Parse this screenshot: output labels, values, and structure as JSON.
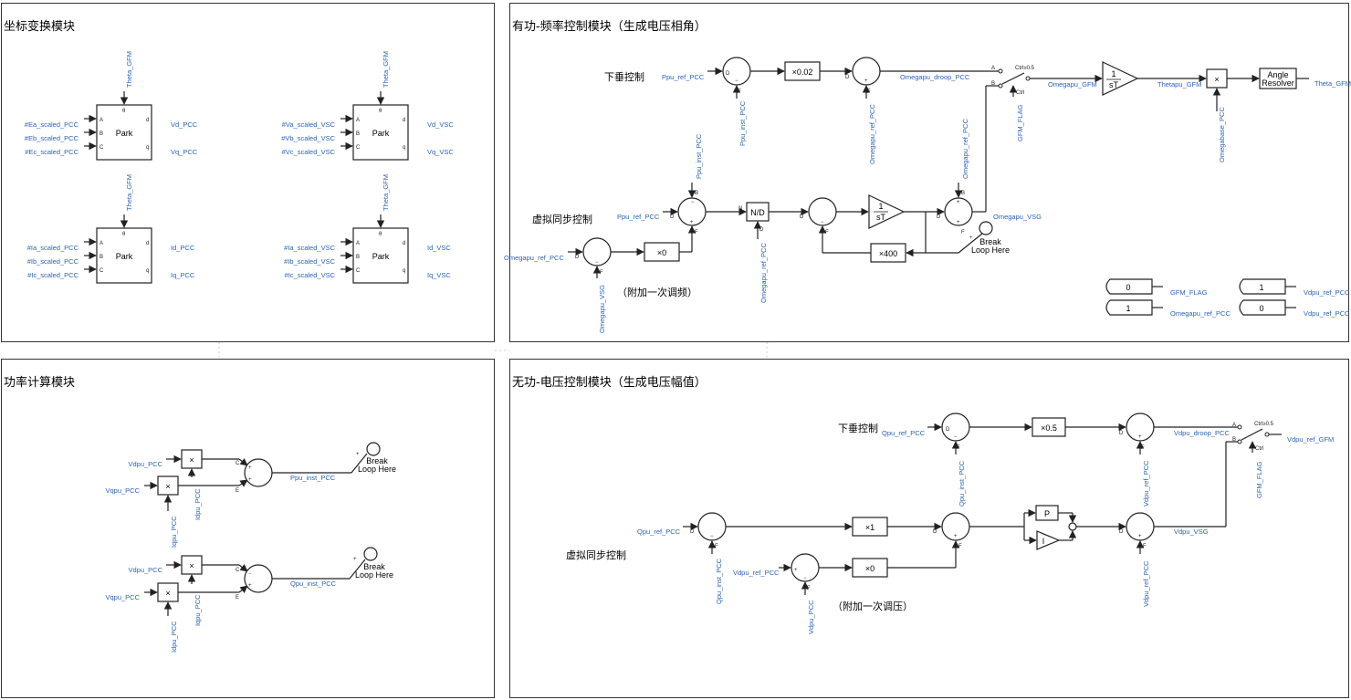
{
  "panels": {
    "coord": "坐标变换模块",
    "pf": "有功-频率控制模块（生成电压相角）",
    "power": "功率计算模块",
    "qv": "无功-电压控制模块（生成电压幅值）"
  },
  "park": {
    "label": "Park",
    "theta": "Theta_GFM",
    "p1": {
      "a": "#Ea_scaled_PCC",
      "b": "#Eb_scaled_PCC",
      "c": "#Ec_scaled_PCC",
      "d": "Vd_PCC",
      "q": "Vq_PCC"
    },
    "p2": {
      "a": "#Va_scaled_VSC",
      "b": "#Vb_scaled_VSC",
      "c": "#Vc_scaled_VSC",
      "d": "Vd_VSC",
      "q": "Vq_VSC"
    },
    "p3": {
      "a": "#Ia_scaled_PCC",
      "b": "#Ib_scaled_PCC",
      "c": "#Ic_scaled_PCC",
      "d": "Id_PCC",
      "q": "Iq_PCC"
    },
    "p4": {
      "a": "#Ia_scaled_VSC",
      "b": "#Ib_scaled_VSC",
      "c": "#Ic_scaled_VSC",
      "d": "Id_VSC",
      "q": "Iq_VSC"
    }
  },
  "pf": {
    "droop_label": "下垂控制",
    "vsg_label": "虚拟同步控制",
    "extra_label": "（附加一次调频）",
    "ppu_ref": "Ppu_ref_PCC",
    "ppu_inst": "Ppu_inst_PCC",
    "gain_002": "×0.02",
    "omega_ref": "Omegapu_ref_PCC",
    "omega_droop": "Omegapu_droop_PCC",
    "ctrl_label": "Ctrl≥0.5",
    "ctrl": "Ctrl",
    "gfm_flag": "GFM_FLAG",
    "omega_gfm": "Omegapu_GFM",
    "int_num": "1",
    "int_den": "sT",
    "thetapu": "Thetapu_GFM",
    "omegabase": "Omegabase_PCC",
    "angle1": "Angle",
    "angle2": "Resolver",
    "theta_gfm": "Theta_GFM",
    "nd": "N/D",
    "gain_400": "×400",
    "gain_0": "×0",
    "omega_vsg": "Omegapu_VSG",
    "break1": "Break",
    "break2": "Loop Here",
    "const_gfm": "0",
    "const_gfm_lbl": "GFM_FLAG",
    "const_omega": "1",
    "const_omega_lbl": "Omegapu_ref_PCC",
    "const_v1": "1",
    "const_v1_lbl": "Vdpu_ref_PCC",
    "const_v2": "0",
    "const_v2_lbl": "Vdpu_ref_PCC"
  },
  "power": {
    "vdpu": "Vdpu_PCC",
    "vqpu": "Vqpu_PCC",
    "idpu": "Idpu_PCC",
    "iqpu": "Iqpu_PCC",
    "ppu_inst": "Ppu_inst_PCC",
    "qpu_inst": "Qpu_inst_PCC",
    "mult": "×",
    "break1": "Break",
    "break2": "Loop Here"
  },
  "qv": {
    "droop_label": "下垂控制",
    "vsg_label": "虚拟同步控制",
    "extra_label": "（附加一次调压）",
    "qpu_ref": "Qpu_ref_PCC",
    "qpu_inst": "Qpu_inst_PCC",
    "gain_05": "×0.5",
    "vdpu_ref": "Vdpu_ref_PCC",
    "vdpu_droop": "Vdpu_droop_PCC",
    "ctrl_label": "Ctrl≥0.5",
    "ctrl": "Ctrl",
    "gfm_flag": "GFM_FLAG",
    "vdpu_ref_gfm": "Vdpu_ref_GFM",
    "gain_1": "×1",
    "gain_0": "×0",
    "vdpu_pcc": "Vdpu_PCC",
    "p": "P",
    "i": "I",
    "vdpu_vsg": "Vdpu_VSG"
  }
}
